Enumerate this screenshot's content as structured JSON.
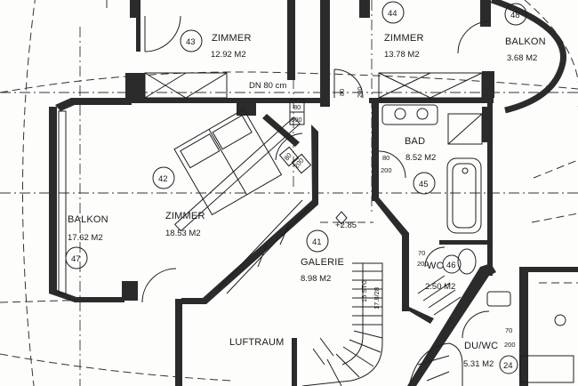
{
  "rooms": {
    "zimmer_43": {
      "name": "ZIMMER",
      "area": "12.92 M2",
      "number": "43"
    },
    "zimmer_44": {
      "name": "ZIMMER",
      "area": "13.78 M2",
      "number": "44"
    },
    "balkon_48": {
      "name": "BALKON",
      "area": "3.68 M2",
      "number": "48"
    },
    "zimmer_42": {
      "name": "ZIMMER",
      "area": "18.53 M2",
      "number": "42"
    },
    "balkon_47": {
      "name": "BALKON",
      "area": "17.62 M2",
      "number": "47"
    },
    "bad_45": {
      "name": "BAD",
      "area": "8.52 M2",
      "number": "45"
    },
    "galerie_41": {
      "name": "GALERIE",
      "area": "8.98 M2",
      "number": "41"
    },
    "wc_46": {
      "name": "WC",
      "area": "2.50 M2",
      "number": "46"
    },
    "luftraum": {
      "name": "LUFTRAUM"
    },
    "duwc_24": {
      "name": "DU/WC",
      "area": "5.31 M2",
      "number": "24"
    }
  },
  "annotations": {
    "dn_label": "DN 80 cm",
    "level": "+2.85",
    "stairs": "16 STG",
    "stair_ratio": "17.8/28"
  },
  "dimensions": {
    "door_a_top": "80",
    "door_a_bottom": "200",
    "door_b_top": "80",
    "door_b_bottom": "800",
    "bad_door_top": "80",
    "bad_door_bottom": "200",
    "wc_door_top": "70",
    "wc_door_bottom": "200",
    "hall_door_left": "80",
    "hall_door_right": "200",
    "du_door_top": "70",
    "du_door_bottom": "200"
  }
}
